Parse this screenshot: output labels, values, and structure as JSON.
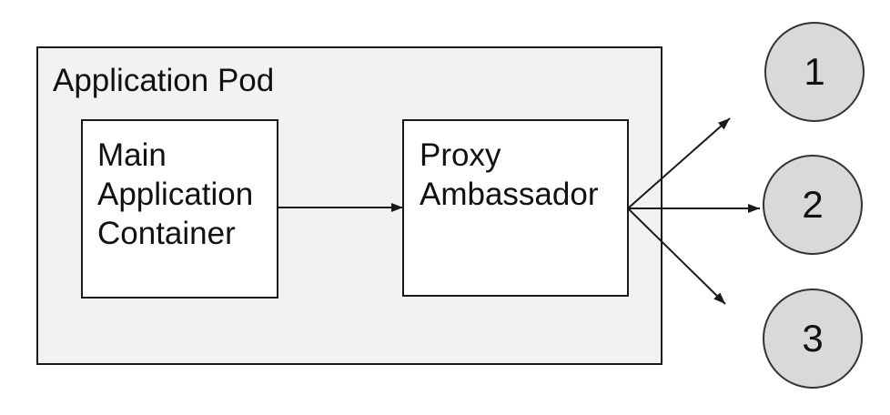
{
  "diagram": {
    "pod": {
      "label": "Application Pod"
    },
    "nodes": {
      "main_container": {
        "label": "Main\nApplication\nContainer"
      },
      "proxy_ambassador": {
        "label": "Proxy\nAmbassador"
      }
    },
    "endpoints": [
      {
        "label": "1"
      },
      {
        "label": "2"
      },
      {
        "label": "3"
      }
    ],
    "colors": {
      "background": "#ffffff",
      "pod_fill": "#f2f2f2",
      "node_fill": "#ffffff",
      "endpoint_fill": "#d9d9d9",
      "stroke": "#1a1a1a",
      "circle_stroke": "#333333"
    }
  }
}
